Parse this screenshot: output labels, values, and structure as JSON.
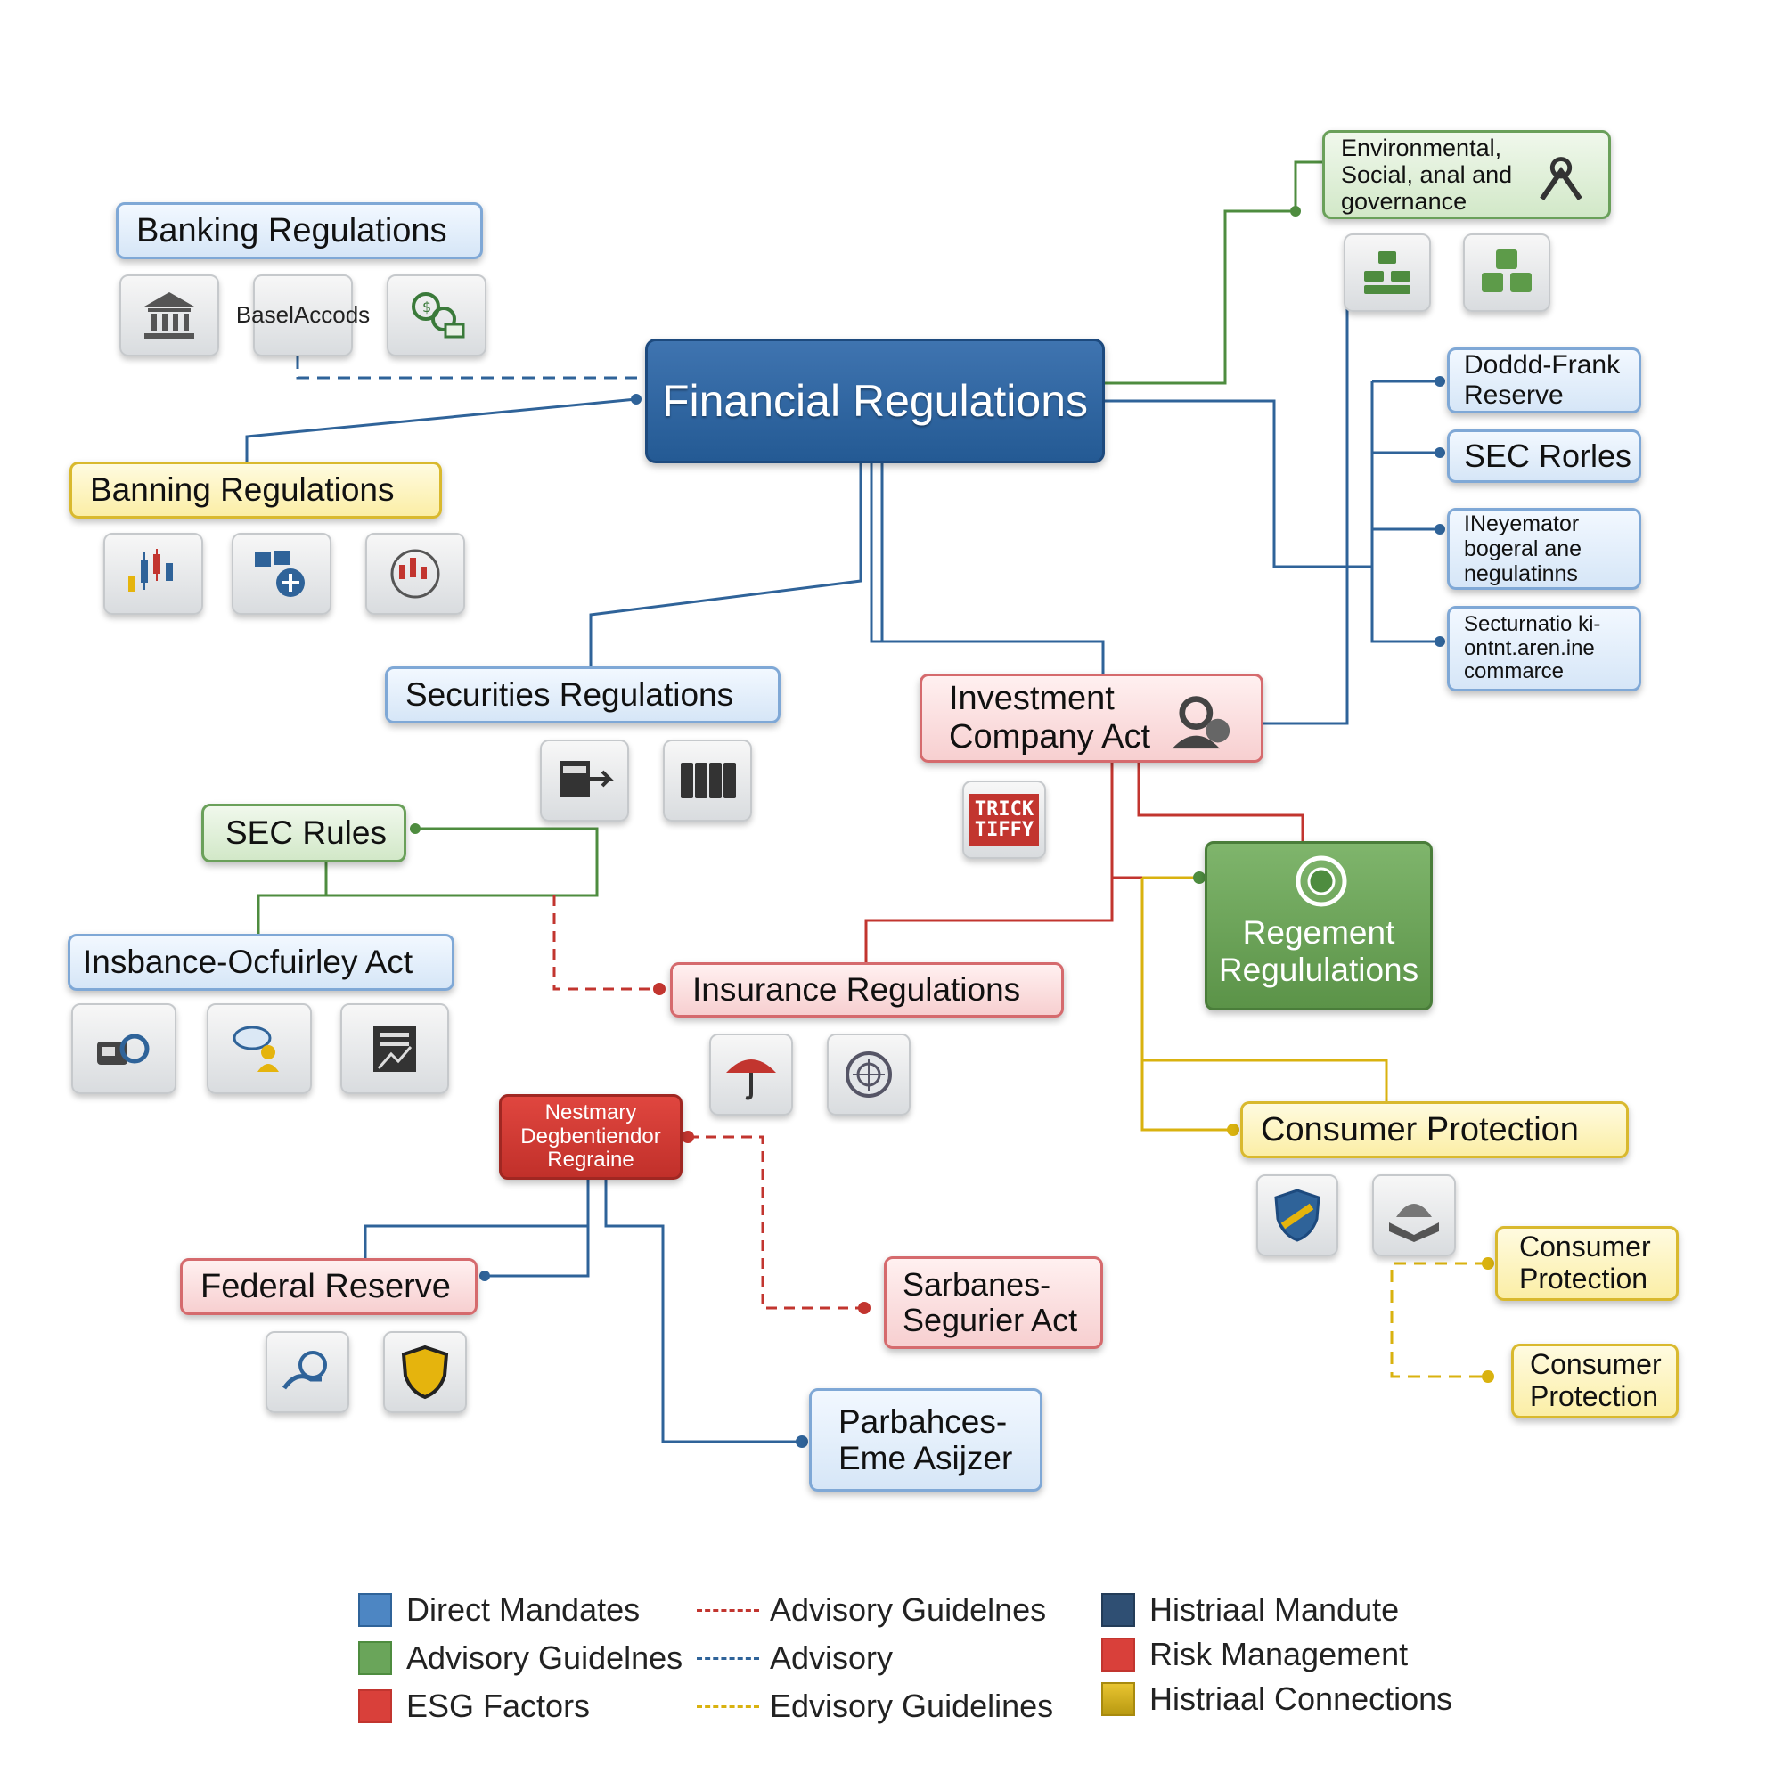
{
  "center": {
    "label": "Financial Regulations"
  },
  "nodes": {
    "banking1": "Banking Regulations",
    "banning": "Banning Regulations",
    "securities": "Securities Regulations",
    "sec_rules_left": "SEC Rules",
    "insbance": "Insbance-Ocfuirley Act",
    "insurance": "Insurance Regulations",
    "nestmary": [
      "Nestmary",
      "Degbentiendor",
      "Regraine"
    ],
    "federal": "Federal Reserve",
    "sarbanes": [
      "Sarbanes-",
      "Segurier Act"
    ],
    "parbahces": [
      "Parbahces-",
      "Eme Asijzer"
    ],
    "investment": [
      "Investment",
      "Company Act"
    ],
    "trick_tile": [
      "TRICK",
      "TIFFY"
    ],
    "retirement": [
      "Regement",
      "Regululations"
    ],
    "consumer_main": "Consumer Protection",
    "consumer_sub1": [
      "Consumer",
      "Protection"
    ],
    "consumer_sub2": [
      "Consumer",
      "Protection"
    ],
    "esg": [
      "Environmental,",
      "Social, anal and",
      "governance"
    ],
    "dodd": [
      "Doddd-Frank",
      "Reserve"
    ],
    "sec_rorles": "SEC Rorles",
    "ineyemator": [
      "INeyemator",
      "bogeral ane",
      "negulatinns"
    ],
    "secturnatio": [
      "Secturnatio ki-",
      "ontnt.aren.ine",
      "commarce"
    ]
  },
  "tiles": {
    "basel": [
      "Basel",
      "Accods"
    ]
  },
  "icons": {
    "banking": [
      "bank-building-icon",
      "basel-accords-tile",
      "currency-exchange-icon"
    ],
    "banning": [
      "candlestick-chart-icon",
      "bonds-plus-icon",
      "candlestick-circle-icon"
    ],
    "securities": [
      "trading-terminal-icon",
      "ticker-board-icon"
    ],
    "insbance": [
      "camera-gear-icon",
      "advisor-chat-icon",
      "document-chart-icon"
    ],
    "insurance": [
      "umbrella-icon",
      "vault-dial-icon"
    ],
    "federal": [
      "hand-coin-icon",
      "shield-icon"
    ],
    "esg": [
      "esg-emblem-icon",
      "org-blocks-icon",
      "green-cubes-icon"
    ],
    "consumer": [
      "shield-check-icon",
      "helmet-book-icon"
    ]
  },
  "legend": {
    "col1": [
      "Direct Mandates",
      "Advisory Guidelnes",
      "ESG Factors"
    ],
    "col2": [
      "Advisory Guidelnes",
      "Advisory",
      "Edvisory Guidelines"
    ],
    "col3": [
      "Histriaal Mandute",
      "Risk Management",
      "Histriaal Connections"
    ]
  },
  "colors": {
    "blue": "#2f6399",
    "green": "#4e8c3f",
    "red": "#c2352f",
    "yellow": "#d9b20f",
    "navy": "#2f4f73"
  }
}
